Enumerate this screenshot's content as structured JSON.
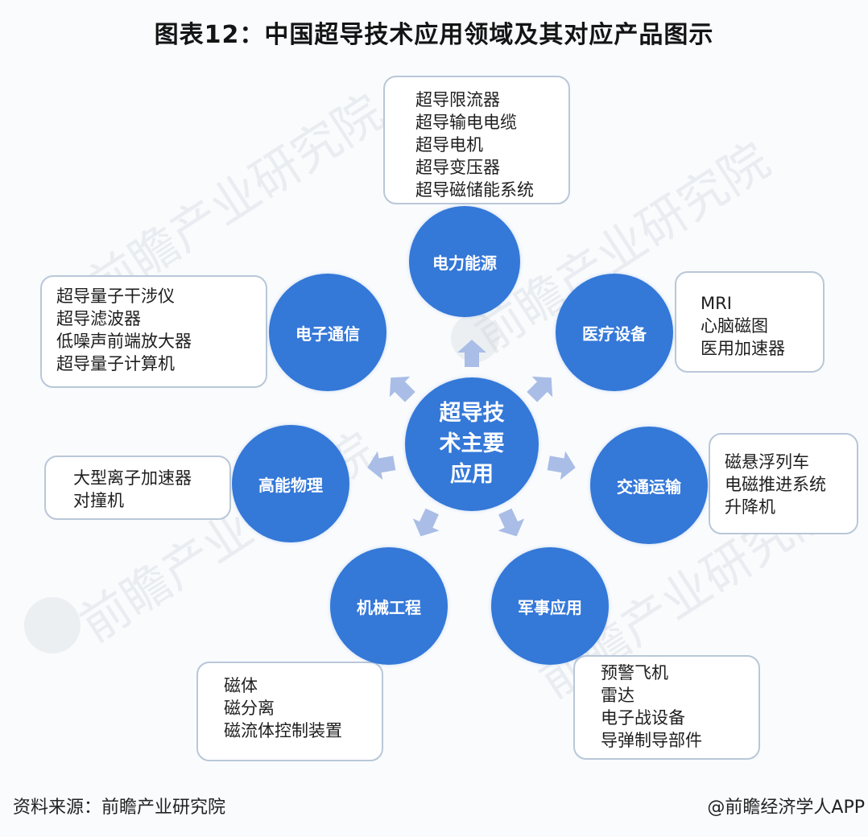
{
  "title": "图表12：中国超导技术应用领域及其对应产品图示",
  "center": {
    "lines": [
      "超导技",
      "术主要",
      "应用"
    ]
  },
  "colors": {
    "circle": "#3478d8",
    "arrow": "#a9bde6",
    "box_border": "#b9c7d8"
  },
  "domains": [
    {
      "name": "电力能源",
      "products": [
        "超导限流器",
        "超导输电电缆",
        "超导电机",
        "超导变压器",
        "超导磁储能系统"
      ]
    },
    {
      "name": "医疗设备",
      "products": [
        "MRI",
        "心脑磁图",
        "医用加速器"
      ]
    },
    {
      "name": "交通运输",
      "products": [
        "磁悬浮列车",
        "电磁推进系统",
        "升降机"
      ]
    },
    {
      "name": "军事应用",
      "products": [
        "预警飞机",
        "雷达",
        "电子战设备",
        "导弹制导部件"
      ]
    },
    {
      "name": "机械工程",
      "products": [
        "磁体",
        "磁分离",
        "磁流体控制装置"
      ]
    },
    {
      "name": "高能物理",
      "products": [
        "大型离子加速器",
        "对撞机"
      ]
    },
    {
      "name": "电子通信",
      "products": [
        "超导量子干涉仪",
        "超导滤波器",
        "低噪声前端放大器",
        "超导量子计算机"
      ]
    }
  ],
  "watermark": "前瞻产业研究院",
  "footer": {
    "source": "资料来源：前瞻产业研究院",
    "credit": "@前瞻经济学人APP"
  }
}
